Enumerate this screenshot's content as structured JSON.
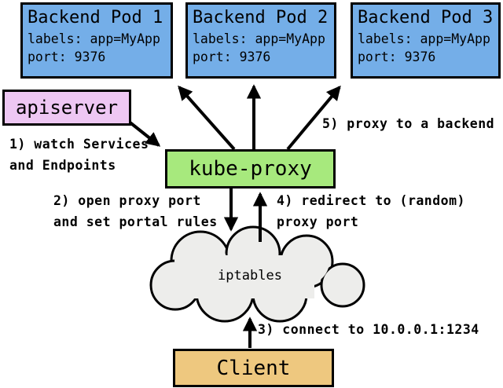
{
  "colors": {
    "pod-fill": "#74aee8",
    "apiserver-fill": "#eec7f3",
    "kubeproxy-fill": "#a7e97d",
    "client-fill": "#eec87f",
    "cloud-fill": "#ededeb",
    "stroke": "#000000"
  },
  "pods": [
    {
      "title": "Backend Pod 1",
      "labels": "labels: app=MyApp",
      "port": "port: 9376"
    },
    {
      "title": "Backend Pod 2",
      "labels": "labels: app=MyApp",
      "port": "port: 9376"
    },
    {
      "title": "Backend Pod 3",
      "labels": "labels: app=MyApp",
      "port": "port: 9376"
    }
  ],
  "nodes": {
    "apiserver": "apiserver",
    "kube_proxy": "kube-proxy",
    "iptables": "iptables",
    "client": "Client"
  },
  "annotations": {
    "step1": "1) watch Services\nand Endpoints",
    "step2": "2) open proxy port\nand set portal rules",
    "step3": "3) connect to 10.0.0.1:1234",
    "step4": "4) redirect to (random)\nproxy port",
    "step5": "5) proxy to a backend"
  }
}
